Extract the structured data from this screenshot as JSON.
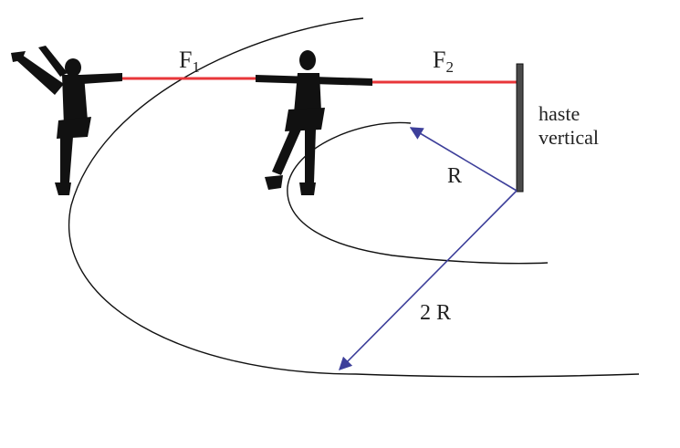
{
  "labels": {
    "force_1_main": "F",
    "force_1_sub": "1",
    "force_2_main": "F",
    "force_2_sub": "2",
    "pole_line_1": "haste",
    "pole_line_2": "vertical",
    "inner_radius": "R",
    "outer_radius": "2 R"
  },
  "colors": {
    "rope": "#e8363a",
    "radius_arrow": "#3d3f9a",
    "pole": "#4a4a4a",
    "pole_outline": "#111111",
    "orbit": "#111111",
    "skater": "#111111",
    "label": "#222222"
  }
}
